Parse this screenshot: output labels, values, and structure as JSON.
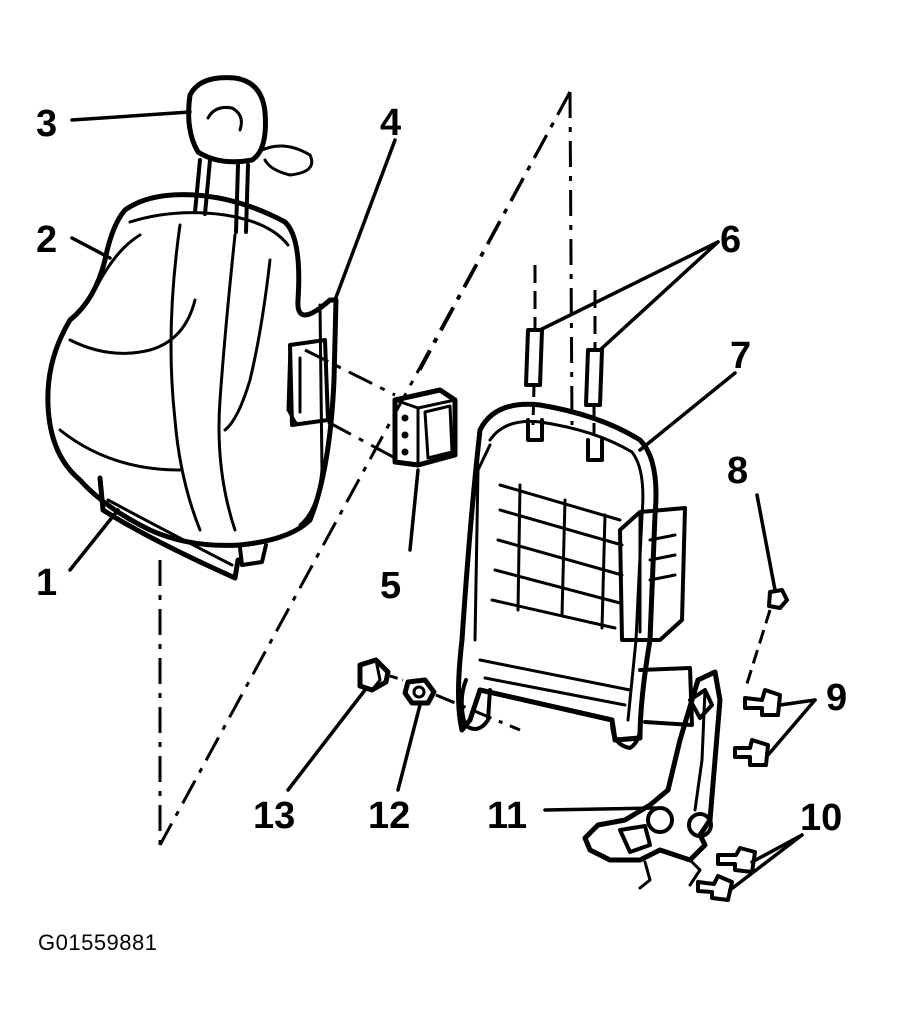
{
  "figure_id": "G01559881",
  "callouts": [
    "1",
    "2",
    "3",
    "4",
    "5",
    "6",
    "7",
    "8",
    "9",
    "10",
    "11",
    "12",
    "13"
  ]
}
